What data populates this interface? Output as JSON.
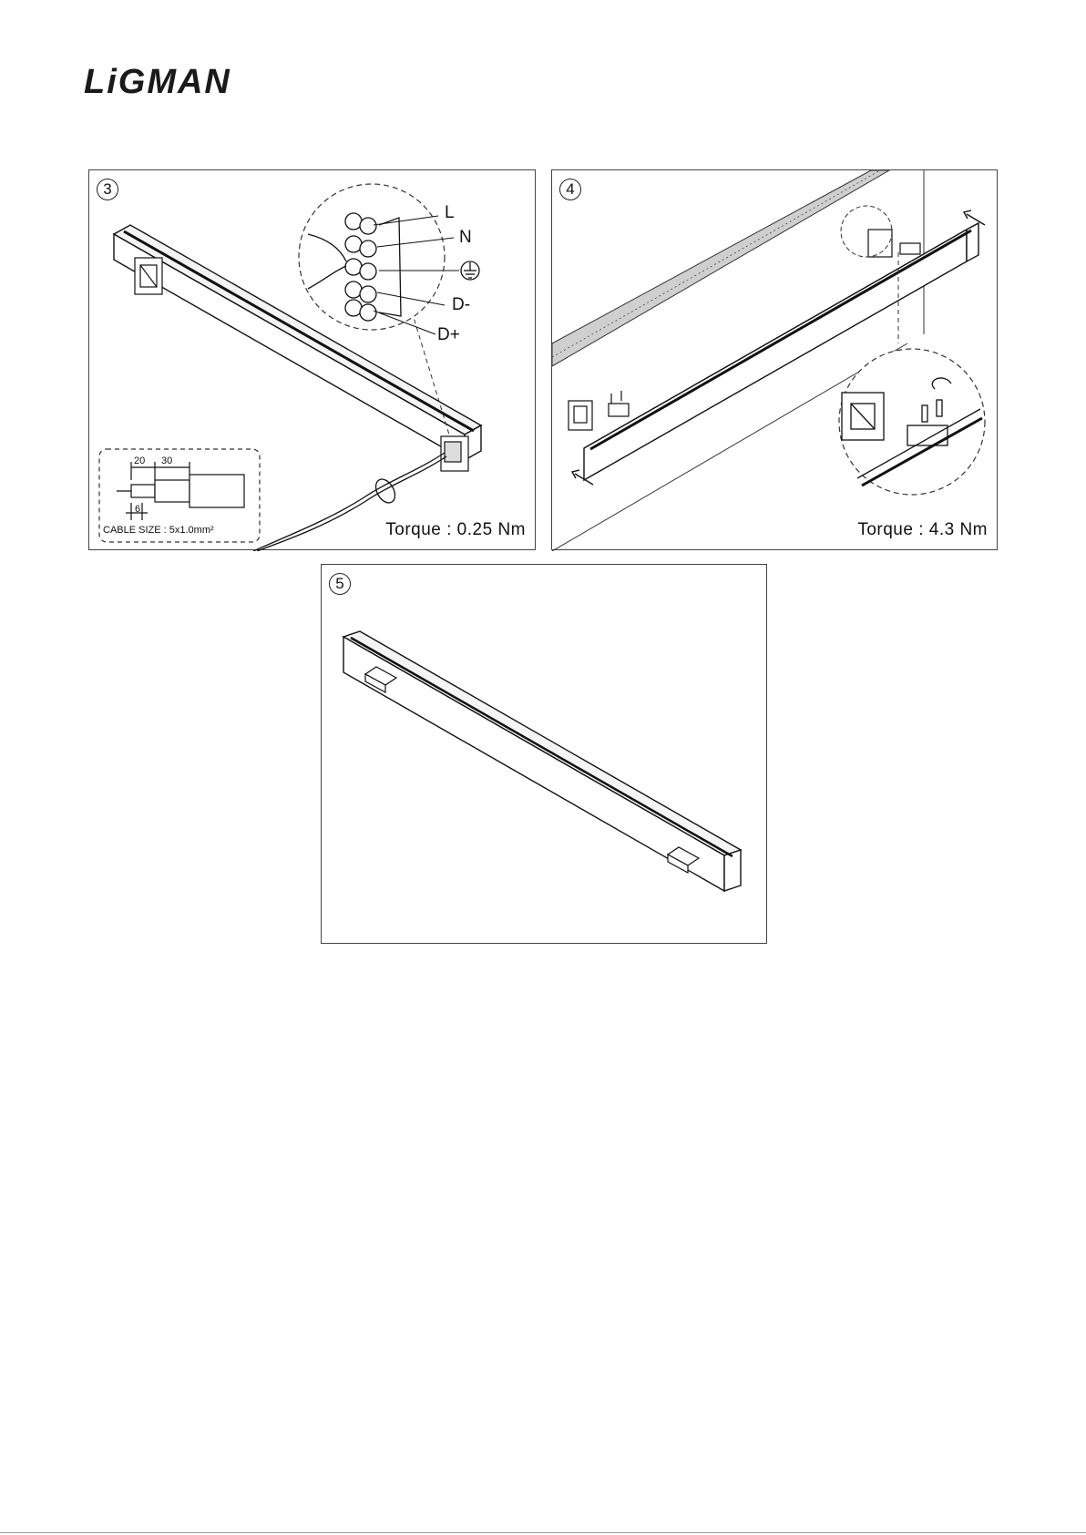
{
  "brand": {
    "logo_text": "LiGMAN"
  },
  "panels": {
    "step3": {
      "number": "3",
      "wire_labels": [
        "L",
        "N",
        "D-",
        "D+"
      ],
      "earth_symbol": "ground-icon",
      "strip_dims": {
        "a": "20",
        "b": "30",
        "c": "6"
      },
      "cable_size": "CABLE SIZE : 5x1.0mm²",
      "torque": "Torque : 0.25 Nm"
    },
    "step4": {
      "number": "4",
      "torque": "Torque : 4.3 Nm"
    },
    "step5": {
      "number": "5"
    }
  }
}
